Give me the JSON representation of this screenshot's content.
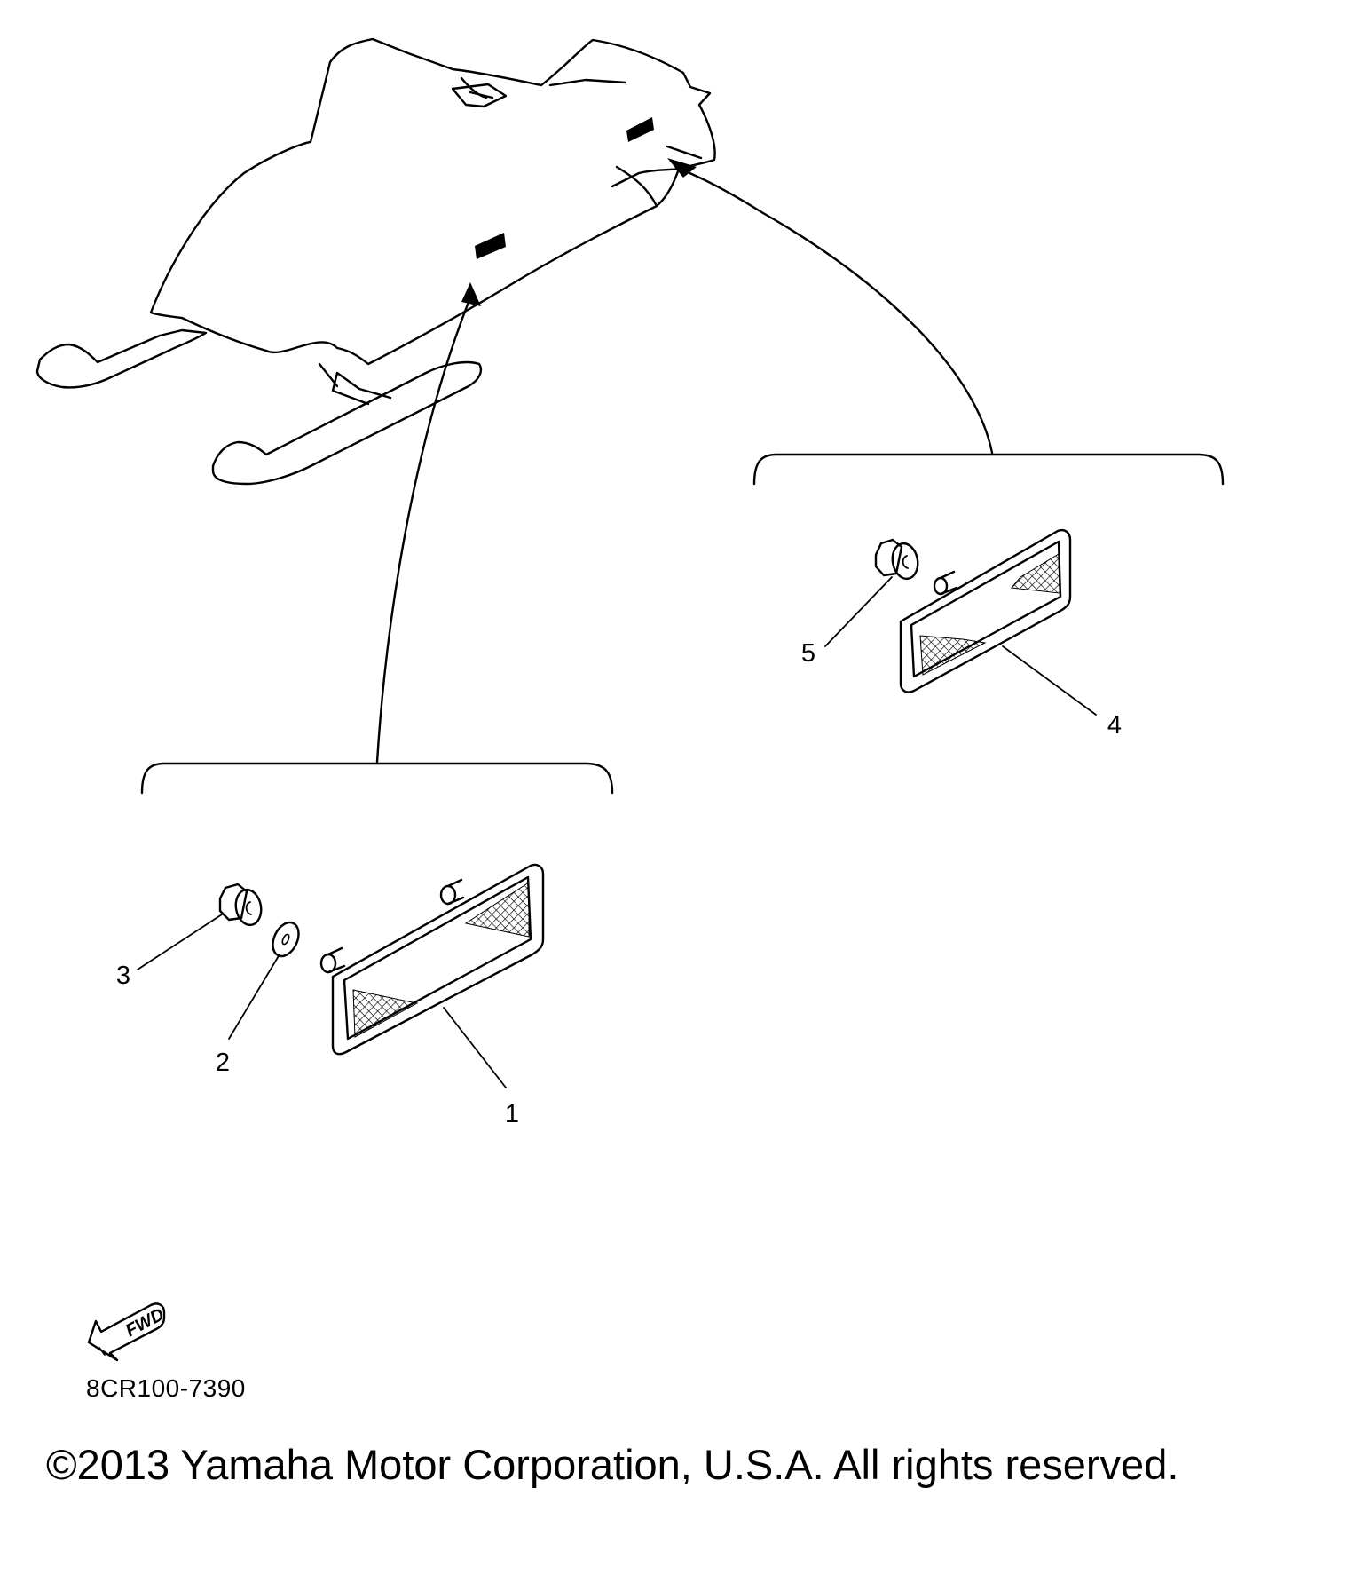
{
  "callouts": [
    {
      "number": "1",
      "part": "reflector"
    },
    {
      "number": "2",
      "part": "washer"
    },
    {
      "number": "3",
      "part": "nut"
    },
    {
      "number": "4",
      "part": "reflector"
    },
    {
      "number": "5",
      "part": "nut"
    }
  ],
  "direction_marker": "FWD",
  "part_code": "8CR100-7390",
  "copyright": "©2013 Yamaha Motor Corporation, U.S.A. All rights reserved."
}
